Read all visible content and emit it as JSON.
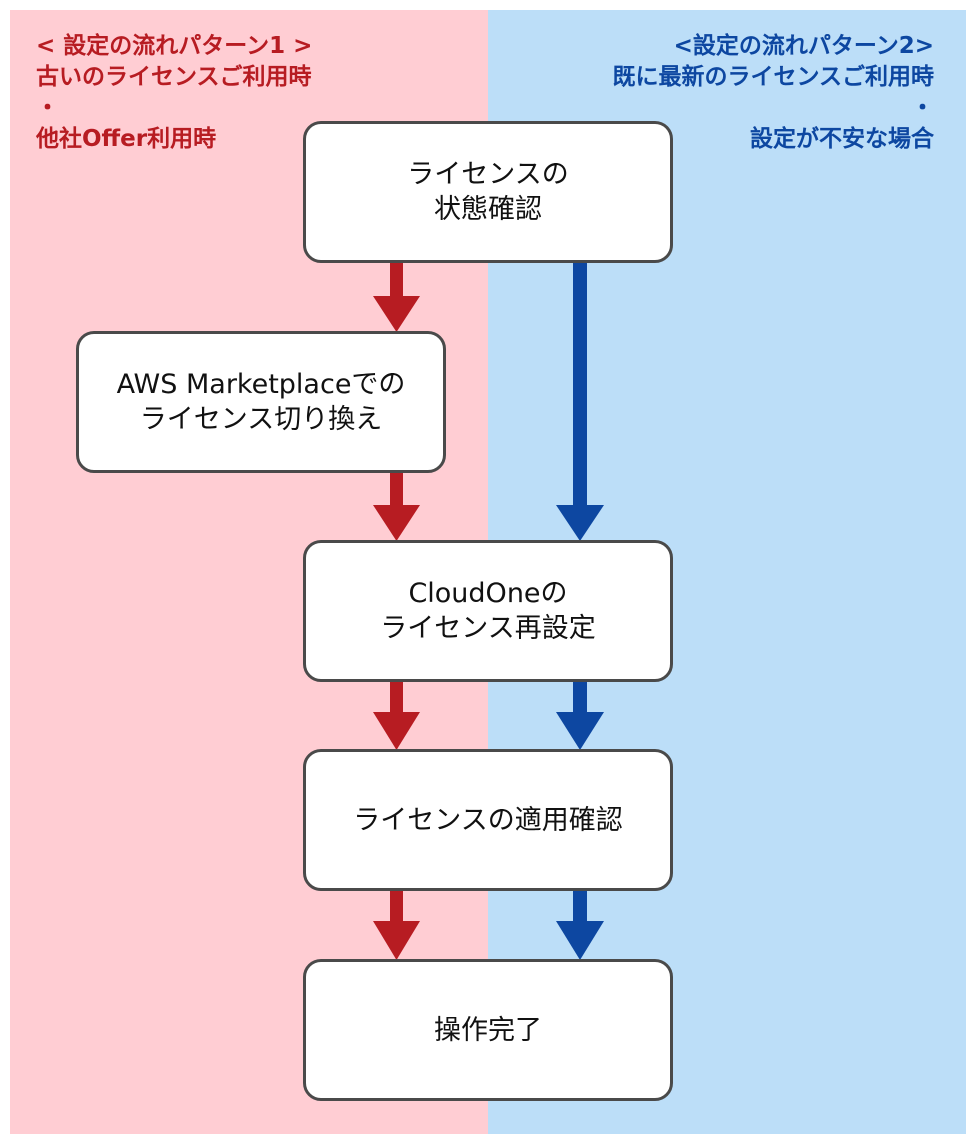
{
  "colors": {
    "left_panel": "#ffcdd3",
    "right_panel": "#bcdef8",
    "red": "#b71c22",
    "blue": "#0d47a1",
    "box_border": "#4a4a4a"
  },
  "pattern1": {
    "title": "< 設定の流れパターン1 >",
    "condition1": "古いのライセンスご利用時",
    "separator": "・",
    "condition2": "他社Offer利用時"
  },
  "pattern2": {
    "title": "<設定の流れパターン2>",
    "condition1": "既に最新のライセンスご利用時",
    "separator": "・",
    "condition2": "設定が不安な場合"
  },
  "steps": {
    "check_license": "ライセンスの\n状態確認",
    "switch_marketplace": "AWS Marketplaceでの\nライセンス切り換え",
    "reset_cloudone": "CloudOneの\nライセンス再設定",
    "confirm_apply": "ライセンスの適用確認",
    "complete": "操作完了"
  }
}
